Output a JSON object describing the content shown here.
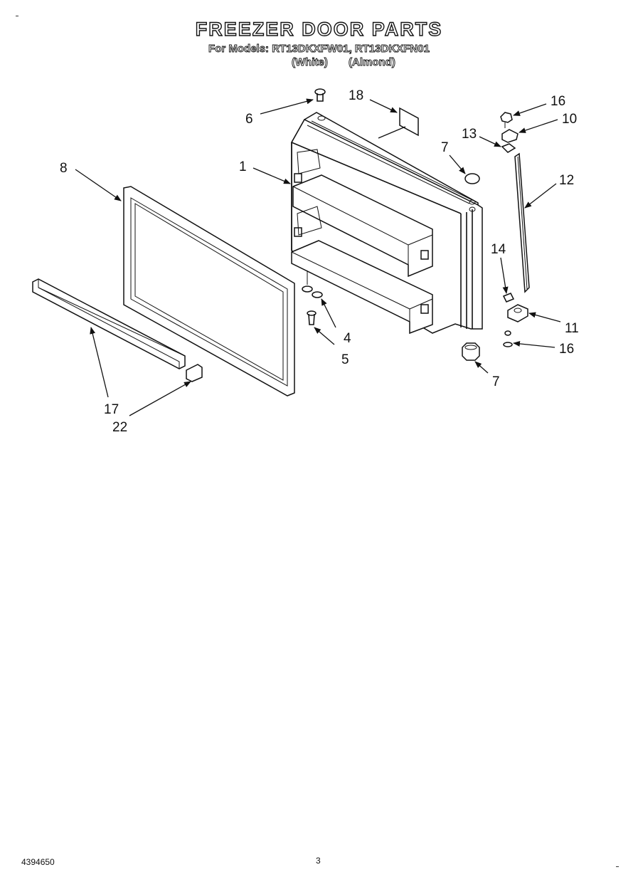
{
  "header": {
    "title": "FREEZER DOOR PARTS",
    "models_line": "For Models: RT13DKXFW01, RT13DKXFN01",
    "color_white": "(White)",
    "color_almond": "(Almond)"
  },
  "callouts": {
    "c1": "1",
    "c4": "4",
    "c5": "5",
    "c6": "6",
    "c7a": "7",
    "c7b": "7",
    "c8": "8",
    "c10": "10",
    "c11": "11",
    "c12": "12",
    "c13": "13",
    "c14": "14",
    "c16a": "16",
    "c16b": "16",
    "c17": "17",
    "c18": "18",
    "c22": "22"
  },
  "footer": {
    "doc_number": "4394650",
    "page_number": "3"
  }
}
